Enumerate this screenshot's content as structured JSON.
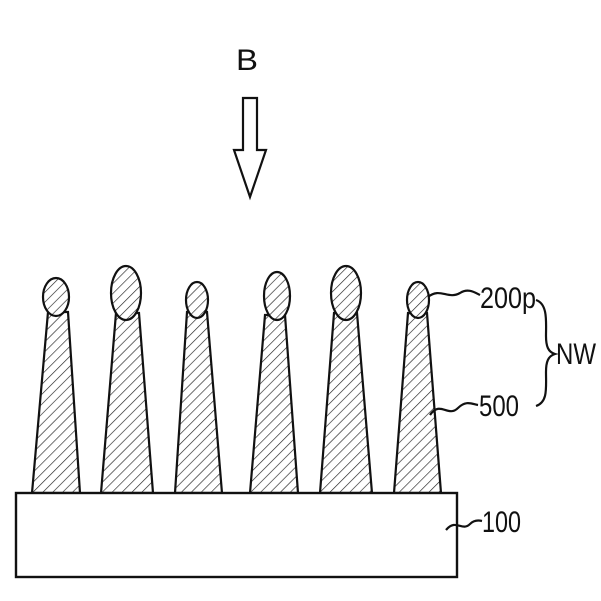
{
  "direction_arrow": {
    "label": "B"
  },
  "labels": {
    "catalyst_particle": "200p",
    "nanowire_group": "NW",
    "nanowire_body": "500",
    "substrate": "100"
  },
  "nanowire_count": 6
}
